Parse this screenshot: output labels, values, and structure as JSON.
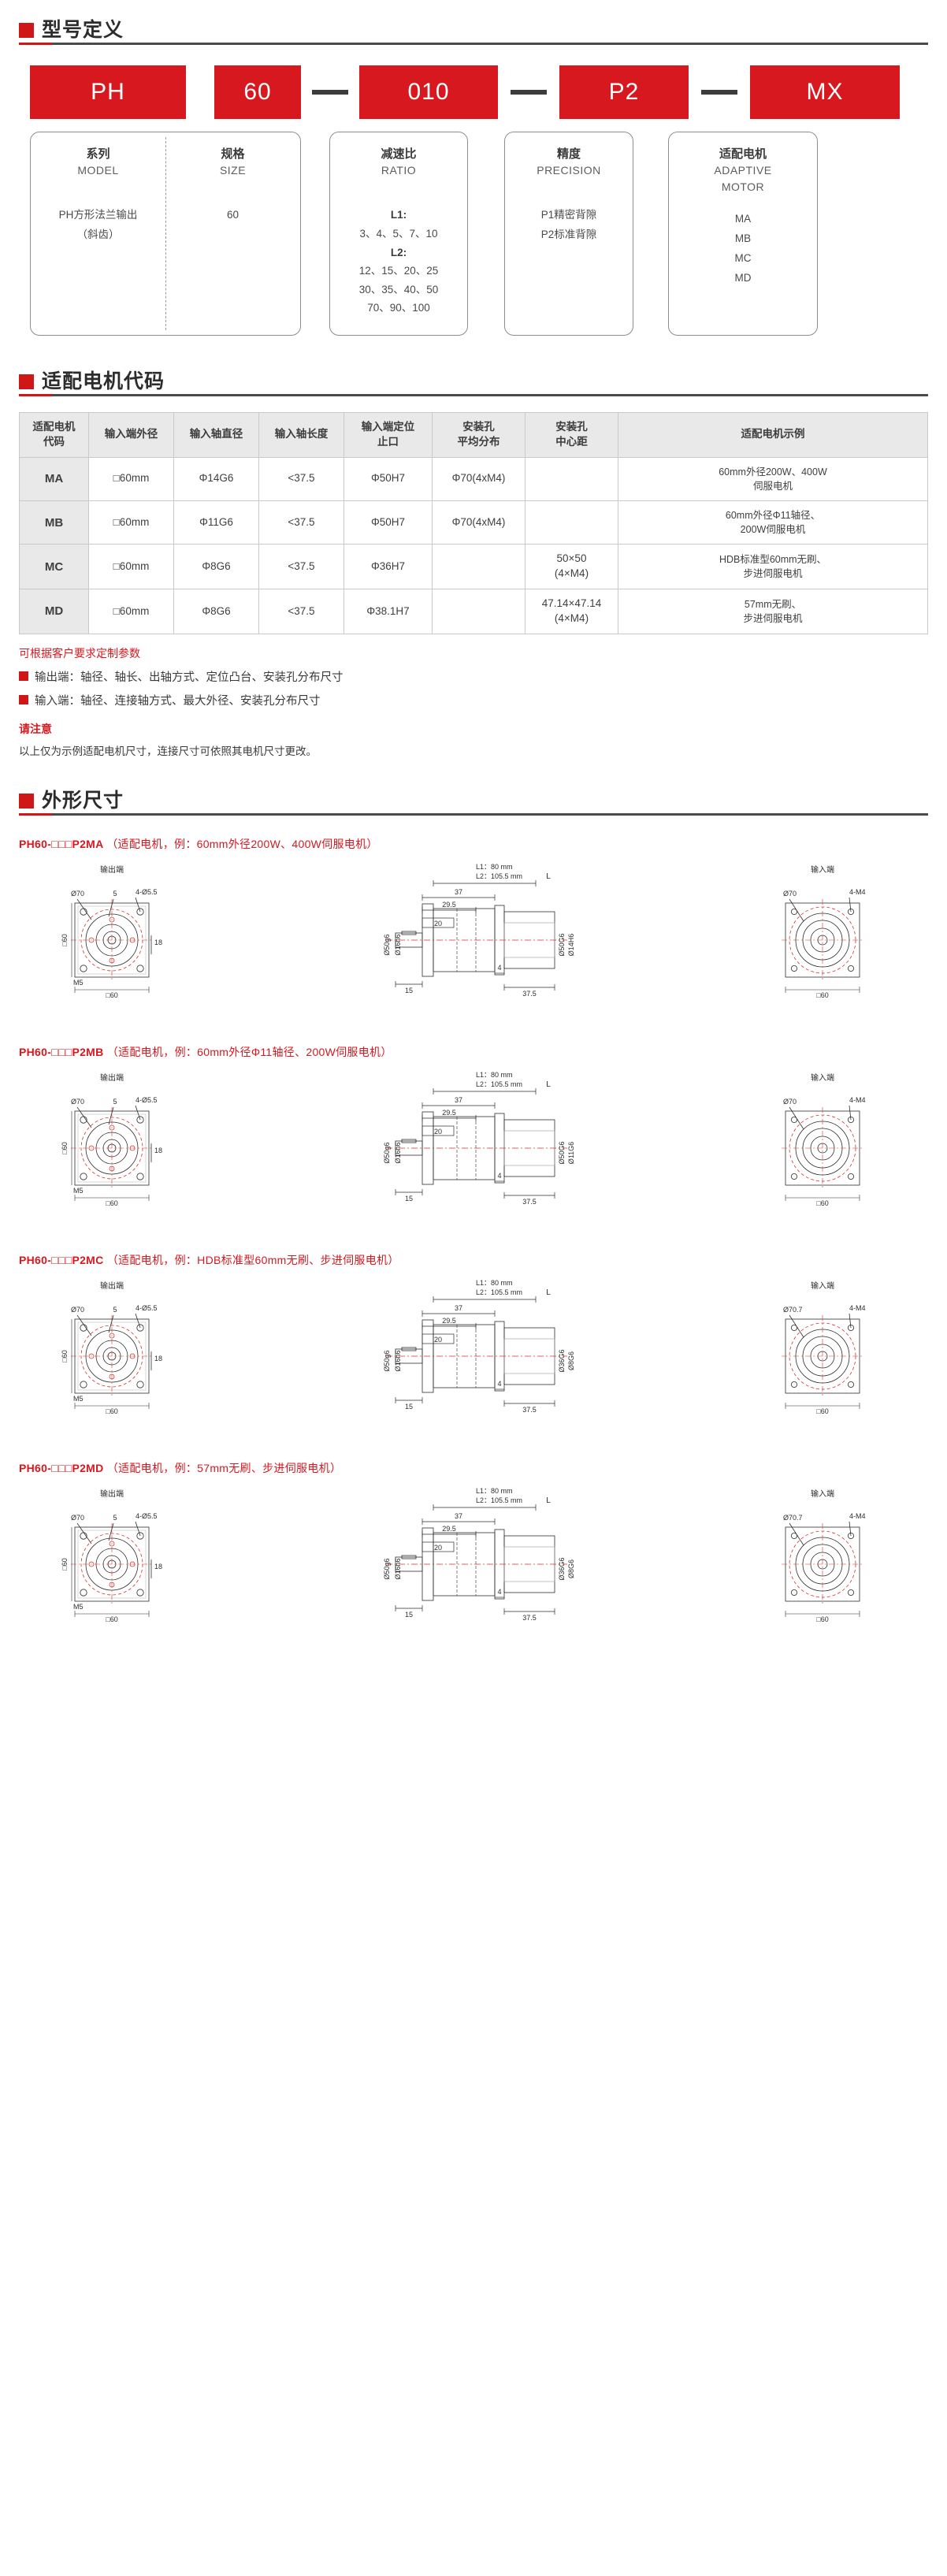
{
  "sections": {
    "model_def": "型号定义",
    "motor_code": "适配电机代码",
    "dimensions": "外形尺寸"
  },
  "code_strip": {
    "model": "PH",
    "size": "60",
    "ratio": "010",
    "precision": "P2",
    "motor": "MX",
    "dash1": "—",
    "dash2": "—",
    "dash3": "—"
  },
  "definitions": [
    {
      "cn": "系列",
      "en": "MODEL",
      "body": [
        "PH方形法兰输出",
        "（斜齿）"
      ]
    },
    {
      "cn": "规格",
      "en": "SIZE",
      "body": [
        "60"
      ]
    },
    {
      "cn": "减速比",
      "en": "RATIO",
      "body": [
        "L1:",
        "3、4、5、7、10",
        "L2:",
        "12、15、20、25",
        "30、35、40、50",
        "70、90、100"
      ]
    },
    {
      "cn": "精度",
      "en": "PRECISION",
      "body": [
        "P1精密背隙",
        "P2标准背隙"
      ]
    },
    {
      "cn": "适配电机",
      "en": "ADAPTIVE",
      "en2": "MOTOR",
      "body": [
        "MA",
        "MB",
        "MC",
        "MD"
      ]
    }
  ],
  "motor_table": {
    "headers": [
      "适配电机\n代码",
      "输入端外径",
      "输入轴直径",
      "输入轴长度",
      "输入端定位\n止口",
      "安装孔\n平均分布",
      "安装孔\n中心距",
      "适配电机示例"
    ],
    "rows": [
      {
        "code": "MA",
        "outer": "□60mm",
        "shaft_dia": "Φ14G6",
        "shaft_len": "<37.5",
        "pilot": "Φ50H7",
        "holes": "Φ70(4xM4)",
        "center": "",
        "example": "60mm外径200W、400W\n伺服电机"
      },
      {
        "code": "MB",
        "outer": "□60mm",
        "shaft_dia": "Φ11G6",
        "shaft_len": "<37.5",
        "pilot": "Φ50H7",
        "holes": "Φ70(4xM4)",
        "center": "",
        "example": "60mm外径Φ11轴径、\n200W伺服电机"
      },
      {
        "code": "MC",
        "outer": "□60mm",
        "shaft_dia": "Φ8G6",
        "shaft_len": "<37.5",
        "pilot": "Φ36H7",
        "holes": "",
        "center": "50×50\n(4×M4)",
        "example": "HDB标准型60mm无刷、\n步进伺服电机"
      },
      {
        "code": "MD",
        "outer": "□60mm",
        "shaft_dia": "Φ8G6",
        "shaft_len": "<37.5",
        "pilot": "Φ38.1H7",
        "holes": "",
        "center": "47.14×47.14\n(4×M4)",
        "example": "57mm无刷、\n步进伺服电机"
      }
    ]
  },
  "notes": {
    "custom_title": "可根据客户要求定制参数",
    "line1": "输出端：轴径、轴长、出轴方式、定位凸台、安装孔分布尺寸",
    "line2": "输入端：轴径、连接轴方式、最大外径、安装孔分布尺寸",
    "attention_title": "请注意",
    "attention_line": "以上仅为示例适配电机尺寸，连接尺寸可依照其电机尺寸更改。"
  },
  "dim_blocks": [
    {
      "code": "PH60-□□□P2MA",
      "note": "（适配电机，例：60mm外径200W、400W伺服电机）",
      "left_label": "输出端",
      "right_label": "输入端",
      "L1": "L1：80   mm",
      "L2": "L2：105.5  mm",
      "L": "L",
      "left": {
        "od": "Ø70",
        "holes": "4-Ø5.5",
        "sq": "□60",
        "thread": "M5",
        "dim5": "5",
        "dim18": "18",
        "sqbot": "□60"
      },
      "mid": {
        "d37": "37",
        "d295": "29.5",
        "d20": "20",
        "d15": "15",
        "d4": "4",
        "d375": "37.5",
        "shaft": "Ø50g6",
        "shaft2": "Ø16h6",
        "right1": "Ø50G6",
        "right2": "Ø14H6"
      },
      "right": {
        "od": "Ø70",
        "holes": "4-M4",
        "sq": "□60"
      }
    },
    {
      "code": "PH60-□□□P2MB",
      "note": "（适配电机，例：60mm外径Φ11轴径、200W伺服电机）",
      "left_label": "输出端",
      "right_label": "输入端",
      "L1": "L1：80   mm",
      "L2": "L2：105.5  mm",
      "L": "L",
      "left": {
        "od": "Ø70",
        "holes": "4-Ø5.5",
        "sq": "□60",
        "thread": "M5",
        "dim5": "5",
        "dim18": "18",
        "sqbot": "□60"
      },
      "mid": {
        "d37": "37",
        "d295": "29.5",
        "d20": "20",
        "d15": "15",
        "d4": "4",
        "d375": "37.5",
        "shaft": "Ø50g6",
        "shaft2": "Ø16h6",
        "right1": "Ø50G6",
        "right2": "Ø11G6"
      },
      "right": {
        "od": "Ø70",
        "holes": "4-M4",
        "sq": "□60"
      }
    },
    {
      "code": "PH60-□□□P2MC",
      "note": "（适配电机，例：HDB标准型60mm无刷、步进伺服电机）",
      "left_label": "输出端",
      "right_label": "输入端",
      "L1": "L1：80   mm",
      "L2": "L2：105.5  mm",
      "L": "L",
      "left": {
        "od": "Ø70",
        "holes": "4-Ø5.5",
        "sq": "□60",
        "thread": "M5",
        "dim5": "5",
        "dim18": "18",
        "sqbot": "□60"
      },
      "mid": {
        "d37": "37",
        "d295": "29.5",
        "d20": "20",
        "d15": "15",
        "d4": "4",
        "d375": "37.5",
        "shaft": "Ø50g6",
        "shaft2": "Ø16h6",
        "right1": "Ø36G6",
        "right2": "Ø8G6"
      },
      "right": {
        "od": "Ø70.7",
        "holes": "4-M4",
        "sq": "□60"
      }
    },
    {
      "code": "PH60-□□□P2MD",
      "note": "（适配电机，例：57mm无刷、步进伺服电机）",
      "left_label": "输出端",
      "right_label": "输入端",
      "L1": "L1：80   mm",
      "L2": "L2：105.5  mm",
      "L": "L",
      "left": {
        "od": "Ø70",
        "holes": "4-Ø5.5",
        "sq": "□60",
        "thread": "M5",
        "dim5": "5",
        "dim18": "18",
        "sqbot": "□60"
      },
      "mid": {
        "d37": "37",
        "d295": "29.5",
        "d20": "20",
        "d15": "15",
        "d4": "4",
        "d375": "37.5",
        "shaft": "Ø50g6",
        "shaft2": "Ø16h6",
        "right1": "Ø36G6",
        "right2": "Ø8G6"
      },
      "right": {
        "od": "Ø70.7",
        "holes": "4-M4",
        "sq": "□60"
      }
    }
  ],
  "colors": {
    "brand_red": "#d7181f",
    "accent_red": "#cf1717",
    "rule_dark": "#4a4a4a",
    "table_head": "#e9e9e9"
  }
}
